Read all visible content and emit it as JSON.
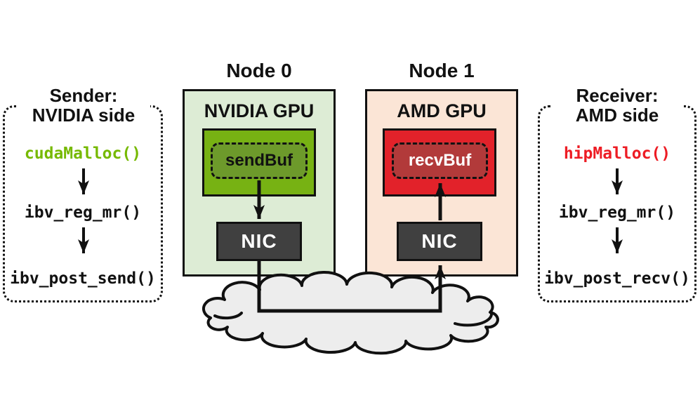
{
  "sender_panel": {
    "title": [
      "Sender:",
      "NVIDIA side"
    ],
    "malloc": "cudaMalloc()",
    "reg": "ibv_reg_mr()",
    "post": "ibv_post_send()"
  },
  "receiver_panel": {
    "title": [
      "Receiver:",
      "AMD side"
    ],
    "malloc": "hipMalloc()",
    "reg": "ibv_reg_mr()",
    "post": "ibv_post_recv()"
  },
  "node0": {
    "title": "Node 0",
    "gpu": "NVIDIA GPU",
    "buf": "sendBuf",
    "nic": "NIC"
  },
  "node1": {
    "title": "Node 1",
    "gpu": "AMD GPU",
    "buf": "recvBuf",
    "nic": "NIC"
  },
  "colors": {
    "node0_bg": "#ddecd5",
    "node1_bg": "#fbe5d6",
    "nvidia_green": "#77b213",
    "sendbuf_fill": "#6d9a2b",
    "amd_red": "#e2222a",
    "recvbuf_fill": "#b23a3a",
    "nic_fill": "#404040",
    "cuda_malloc_text": "#76b900",
    "hip_malloc_text": "#ed1c24",
    "cloud_fill": "#ededed",
    "line_color": "#111111"
  }
}
